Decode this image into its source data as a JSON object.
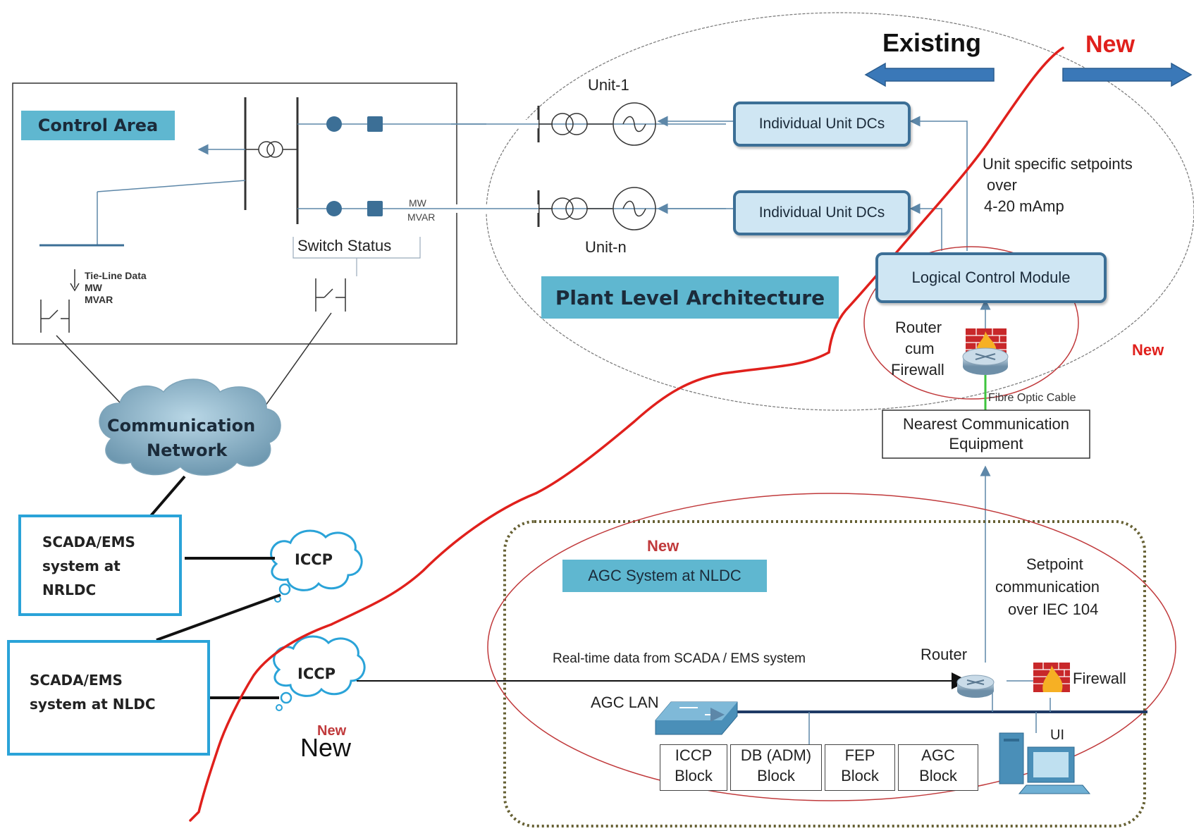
{
  "header": {
    "existing_label": "Existing",
    "new_label": "New"
  },
  "control_area": {
    "title": "Control Area",
    "mw_label": "MW",
    "mvar_label": "MVAR",
    "switch_status": "Switch Status",
    "tie_line_data": [
      "Tie-Line Data",
      "MW",
      "MVAR"
    ]
  },
  "cloud": {
    "label": [
      "Communication",
      "Network"
    ]
  },
  "scada_nrldc": {
    "lines": [
      "SCADA/EMS",
      "system at",
      "NRLDC"
    ]
  },
  "scada_nldc": {
    "lines": [
      "SCADA/EMS",
      "system at NLDC"
    ]
  },
  "iccp_label": "ICCP",
  "plant": {
    "unit1": "Unit-1",
    "unitn": "Unit-n",
    "dcs_label": "Individual Unit DCs",
    "title": "Plant Level Architecture",
    "setpoints_text": [
      "Unit specific setpoints",
      "over",
      "4-20 mAmp"
    ],
    "logical_control": "Logical Control Module",
    "router_firewall": [
      "Router",
      "cum",
      "Firewall"
    ],
    "new_label": "New",
    "fibre_label": "Fibre Optic Cable"
  },
  "comm_equipment": [
    "Nearest Communication",
    "Equipment"
  ],
  "agc": {
    "new_label": "New",
    "title": "AGC System at NLDC",
    "setpoint_comm": [
      "Setpoint",
      "communication",
      "over IEC 104"
    ],
    "realtime_label": "Real-time data from SCADA / EMS system",
    "router_label": "Router",
    "firewall_label": "Firewall",
    "lan_label": "AGC LAN",
    "ui_label": "UI",
    "blocks": [
      {
        "top": "ICCP",
        "bottom": "Block"
      },
      {
        "top": "DB (ADM)",
        "bottom": "Block"
      },
      {
        "top": "FEP",
        "bottom": "Block"
      },
      {
        "top": "AGC",
        "bottom": "Block"
      }
    ]
  },
  "iccp_new_small": "New",
  "iccp_new_large": "New",
  "colors": {
    "teal_box": "#5fb7d0",
    "red_annotation": "#e0201c",
    "arrow_blue": "#3a78b8",
    "unit_box_border": "#3c6f96",
    "scada_border": "#2aa3d8"
  }
}
